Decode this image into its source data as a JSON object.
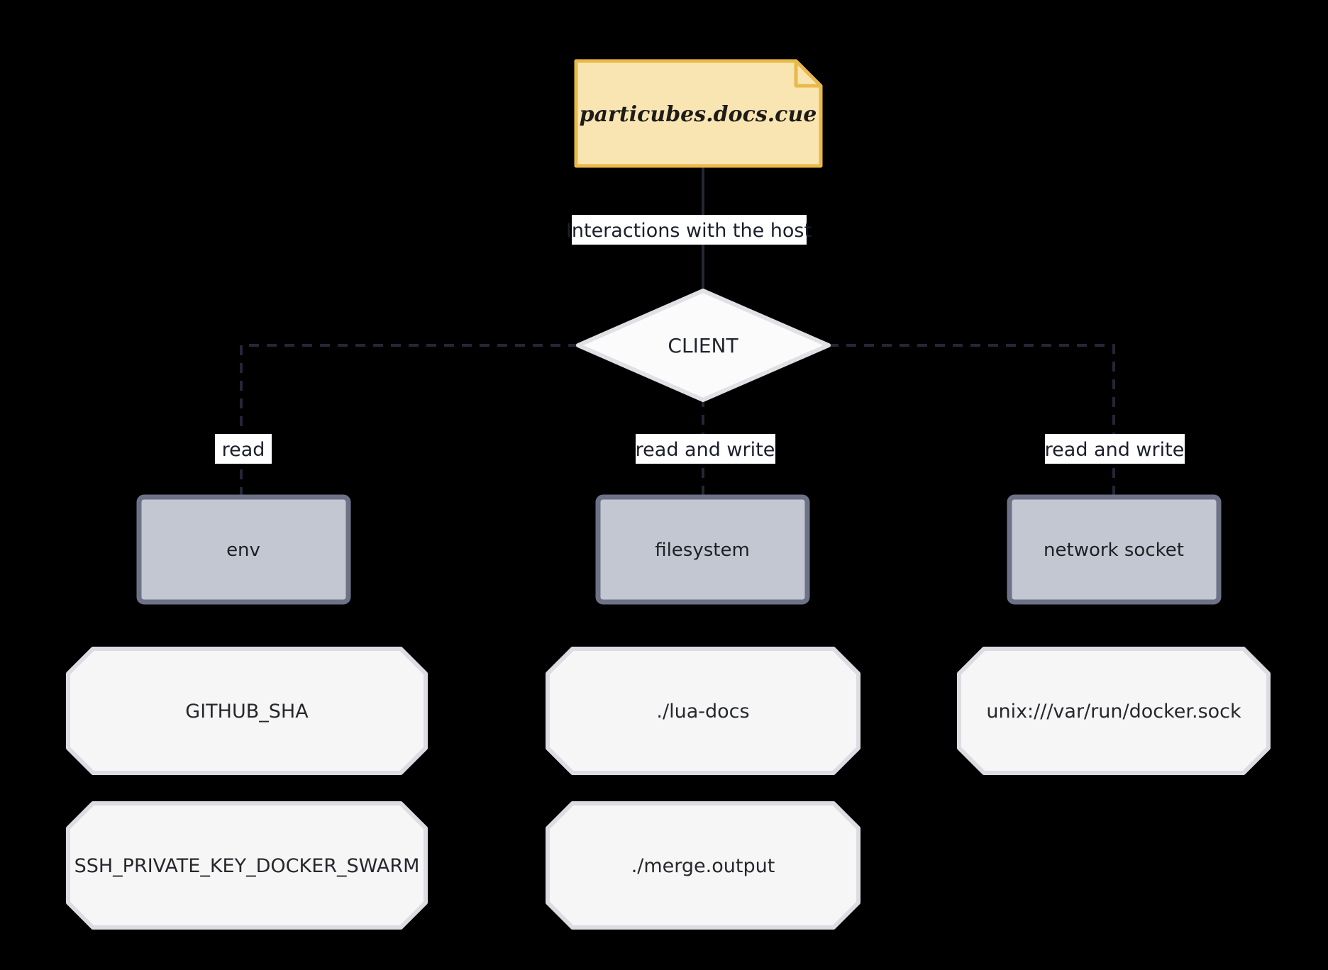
{
  "diagram": {
    "title": "Interactions with the host",
    "background_color": "#000000",
    "type": "flowchart",
    "direction": "top-down"
  },
  "note": {
    "label": "particubes.docs.cue",
    "fill": "#f9e5b2",
    "stroke": "#e9b949",
    "shape": "note-folded-corner"
  },
  "root_edge": {
    "label": "Interactions with the host",
    "style": "solid",
    "color": "#232736"
  },
  "client": {
    "label": "CLIENT",
    "shape": "diamond",
    "fill": "#fbfbfc",
    "stroke": "#e0e0e5"
  },
  "branches": [
    {
      "edge_label": "read",
      "resource": "env",
      "values": [
        "GITHUB_SHA",
        "SSH_PRIVATE_KEY_DOCKER_SWARM"
      ]
    },
    {
      "edge_label": "read and write",
      "resource": "filesystem",
      "values": [
        "./lua-docs",
        "./merge.output"
      ]
    },
    {
      "edge_label": "read and write",
      "resource": "network socket",
      "values": [
        "unix:///var/run/docker.sock"
      ]
    }
  ],
  "styles": {
    "resource_fill": "#c2c7d1",
    "resource_stroke": "#6d7287",
    "value_fill": "#f6f6f7",
    "value_stroke": "#dcdce2",
    "edge_dash_color": "#232736",
    "label_bg": "#ffffff"
  }
}
